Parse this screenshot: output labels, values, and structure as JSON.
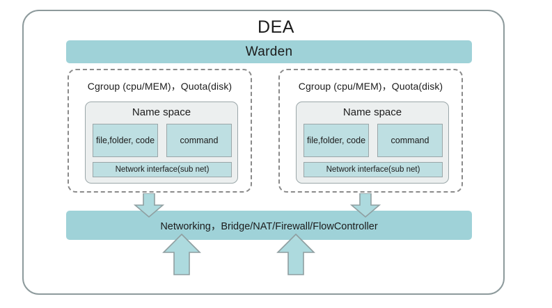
{
  "diagram": {
    "title": "DEA",
    "warden": {
      "label": "Warden"
    },
    "containers": [
      {
        "id": "left",
        "cgroup_label": "Cgroup (cpu/MEM)，Quota(disk)",
        "namespace": {
          "title": "Name space",
          "boxes": [
            {
              "label": "file,folder, code"
            },
            {
              "label": "command"
            }
          ],
          "network_interface": "Network interface(sub net)"
        }
      },
      {
        "id": "right",
        "cgroup_label": "Cgroup (cpu/MEM)，Quota(disk)",
        "namespace": {
          "title": "Name space",
          "boxes": [
            {
              "label": "file,folder, code"
            },
            {
              "label": "command"
            }
          ],
          "network_interface": "Network interface(sub net)"
        }
      }
    ],
    "networking": {
      "label": "Networking，Bridge/NAT/Firewall/FlowController"
    },
    "arrows": [
      {
        "name": "arrow-down-left",
        "direction": "down"
      },
      {
        "name": "arrow-down-right",
        "direction": "down"
      },
      {
        "name": "arrow-up-left",
        "direction": "up"
      },
      {
        "name": "arrow-up-right",
        "direction": "up"
      }
    ],
    "colors": {
      "frame_border": "#8d9a9c",
      "bar_teal": "#9fd2d8",
      "inner_box_teal": "#bedfe2",
      "namespace_gray": "#ecefef",
      "dashed_border": "#8a8a8a",
      "box_border": "#9aa6a8",
      "arrow_fill": "#addade",
      "arrow_stroke": "#8f9ea0",
      "text": "#1b1b1b",
      "background": "#ffffff"
    }
  }
}
